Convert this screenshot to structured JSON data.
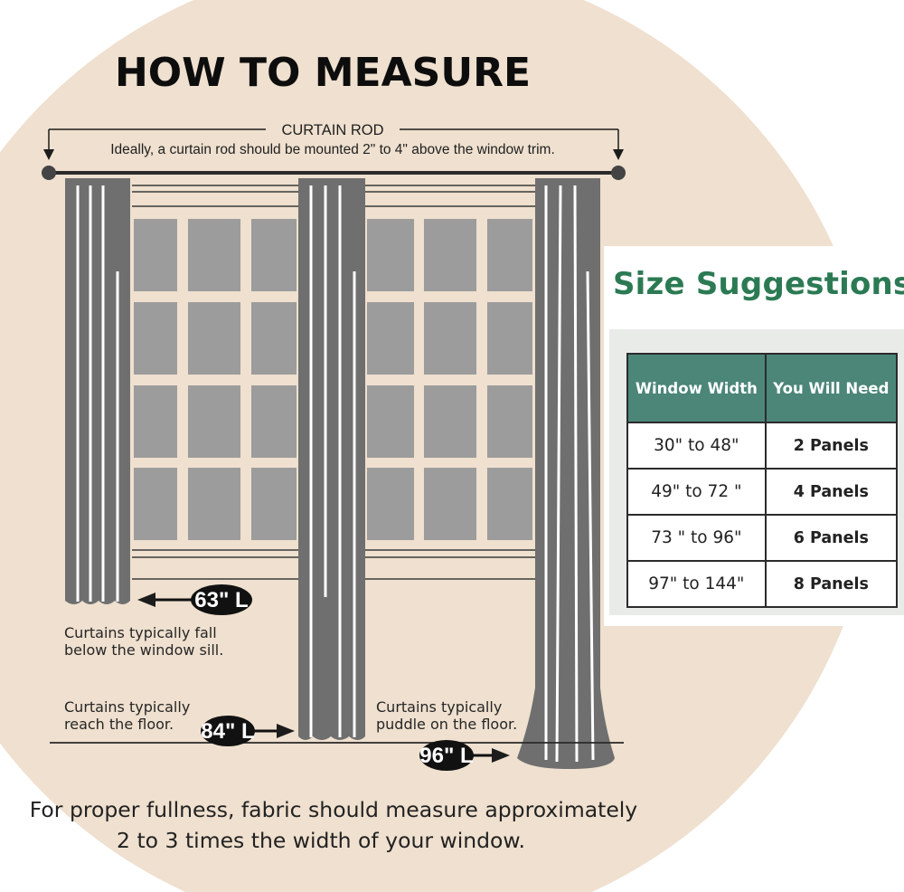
{
  "title": "HOW TO MEASURE",
  "rod": {
    "label": "CURTAIN ROD",
    "note": "Ideally, a curtain rod should be mounted 2\" to 4\" above the window trim."
  },
  "lengths": [
    {
      "tag": "63\" L",
      "note_lines": [
        "Curtains typically fall",
        "below the window sill."
      ]
    },
    {
      "tag": "84\" L",
      "note_lines": [
        "Curtains typically",
        "reach the floor."
      ]
    },
    {
      "tag": "96\" L",
      "note_lines": [
        "Curtains typically",
        "puddle on the floor."
      ]
    }
  ],
  "footer": {
    "line1": "For proper fullness, fabric should measure approximately",
    "line2": "2 to 3 times the width of your window."
  },
  "size_suggestions": {
    "title": "Size Suggestions",
    "headers": [
      "Window Width",
      "You Will Need"
    ],
    "rows": [
      {
        "width": "30\" to 48\"",
        "need": "2 Panels"
      },
      {
        "width": "49\" to 72 \"",
        "need": "4 Panels"
      },
      {
        "width": "73 \" to 96\"",
        "need": "6 Panels"
      },
      {
        "width": "97\" to 144\"",
        "need": "8 Panels"
      }
    ]
  },
  "colors": {
    "beige_circle": "#efe0cf",
    "curtain": "#6f6f6f",
    "window_glass": "#9c9c9c",
    "accent_green": "#2c7a54",
    "table_header": "#4b8679"
  }
}
